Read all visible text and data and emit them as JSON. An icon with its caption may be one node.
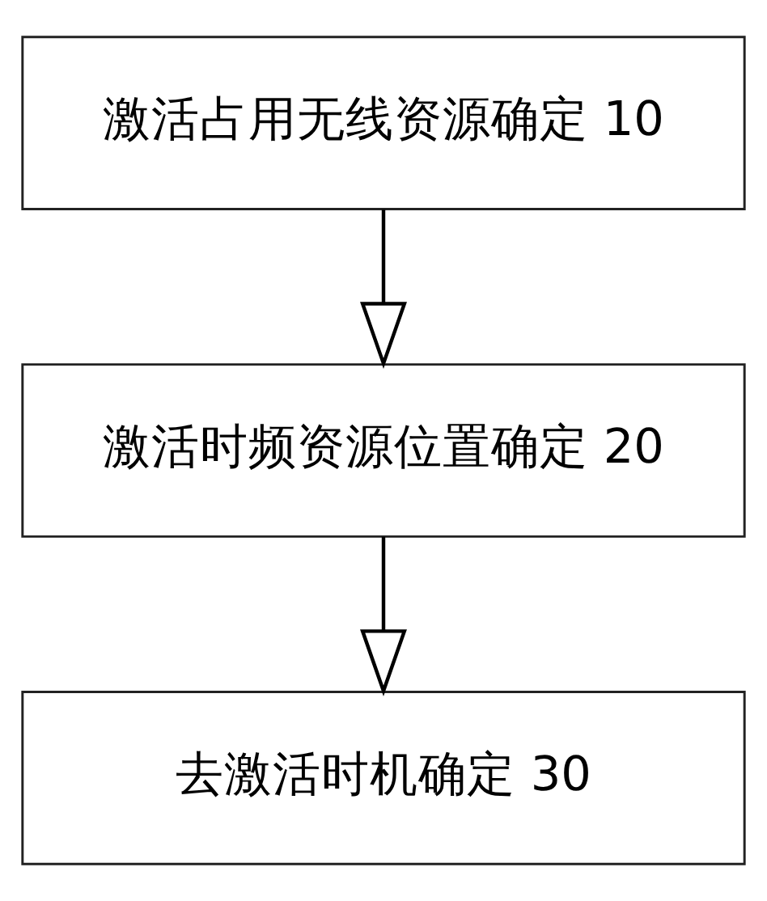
{
  "diagram": {
    "nodes": [
      {
        "text": [
          "激活占用无线资源确定 10"
        ]
      },
      {
        "text": [
          "激活时频资源位置确定 20"
        ]
      },
      {
        "text": [
          "去激活时机确定 30"
        ]
      }
    ],
    "edges": [
      {
        "from": 0,
        "to": 1,
        "arrow": "to"
      },
      {
        "from": 1,
        "to": 2,
        "arrow": "to"
      }
    ]
  }
}
